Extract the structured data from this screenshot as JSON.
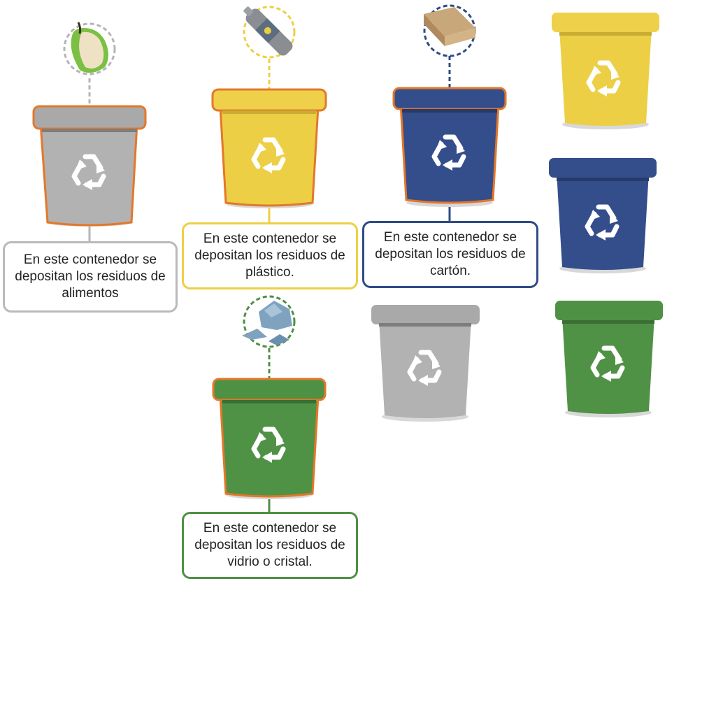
{
  "colors": {
    "gray_bin": "#b2b2b2",
    "gray_lid": "#a9a9a9",
    "yellow_bin": "#edcf45",
    "yellow_lid": "#efd04a",
    "blue_bin": "#344e8c",
    "blue_lid": "#344e8c",
    "green_bin": "#509245",
    "green_lid": "#4f9144",
    "highlight_outline": "#e3782a",
    "box_gray": "#b9b9b9",
    "box_yellow": "#edcf45",
    "box_blue": "#2f4b85",
    "box_green": "#4f8f45"
  },
  "labels": {
    "food": "En este contenedor se depositan los residuos de alimentos",
    "plastic": "En este contenedor se depositan los residuos de plástico.",
    "carton": "En este contenedor se depositan los residuos de cartón.",
    "glass": "En este contenedor se depositan los residuos de vidrio o cristal."
  },
  "icons": {
    "food": "apple-core-icon",
    "plastic": "plastic-bottle-icon",
    "carton": "cardboard-box-icon",
    "glass": "broken-glass-icon",
    "recycle": "recycle-icon"
  }
}
